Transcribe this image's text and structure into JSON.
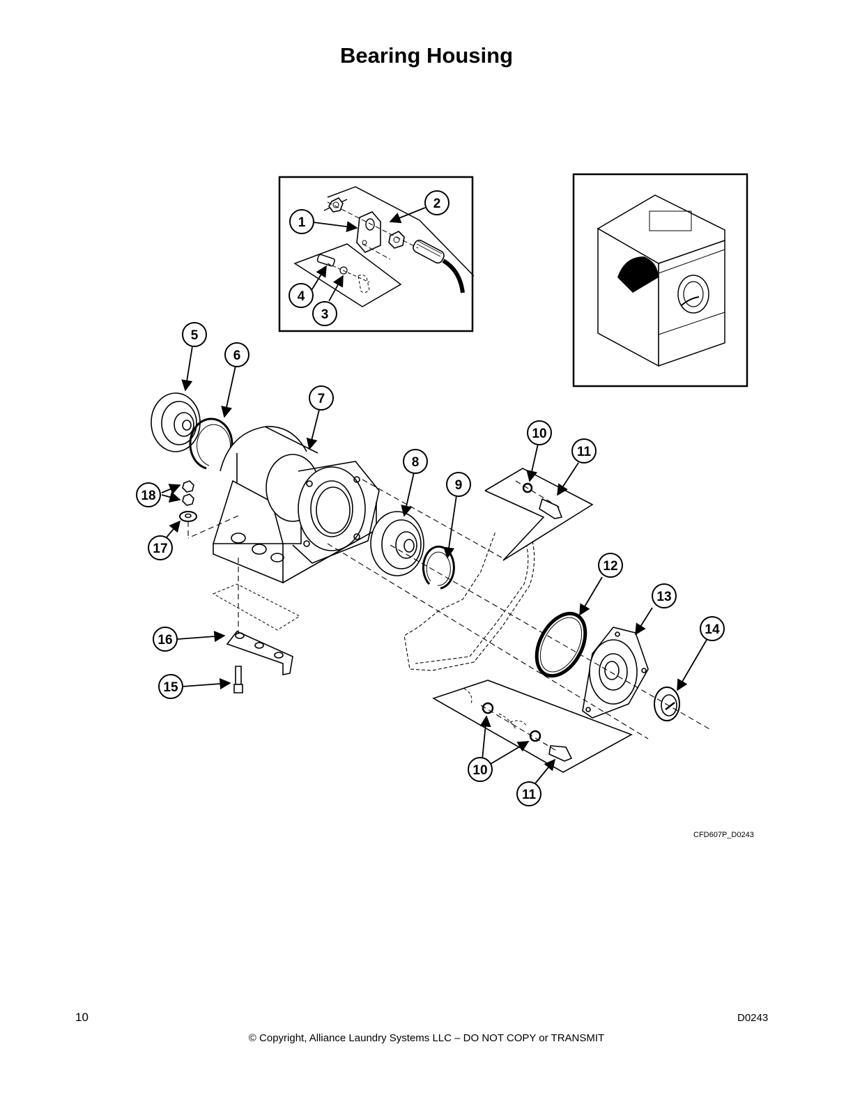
{
  "page": {
    "title": "Bearing Housing",
    "figure_code": "CFD607P_D0243",
    "page_number": "10",
    "copyright": "© Copyright, Alliance Laundry Systems LLC – DO NOT COPY or TRANSMIT",
    "doc_code": "D0243"
  },
  "callouts": {
    "c1": "1",
    "c2": "2",
    "c3": "3",
    "c4": "4",
    "c5": "5",
    "c6": "6",
    "c7": "7",
    "c8": "8",
    "c9": "9",
    "c10a": "10",
    "c11a": "11",
    "c12": "12",
    "c13": "13",
    "c14": "14",
    "c15": "15",
    "c16": "16",
    "c17": "17",
    "c18": "18",
    "c10b": "10",
    "c11b": "11"
  }
}
